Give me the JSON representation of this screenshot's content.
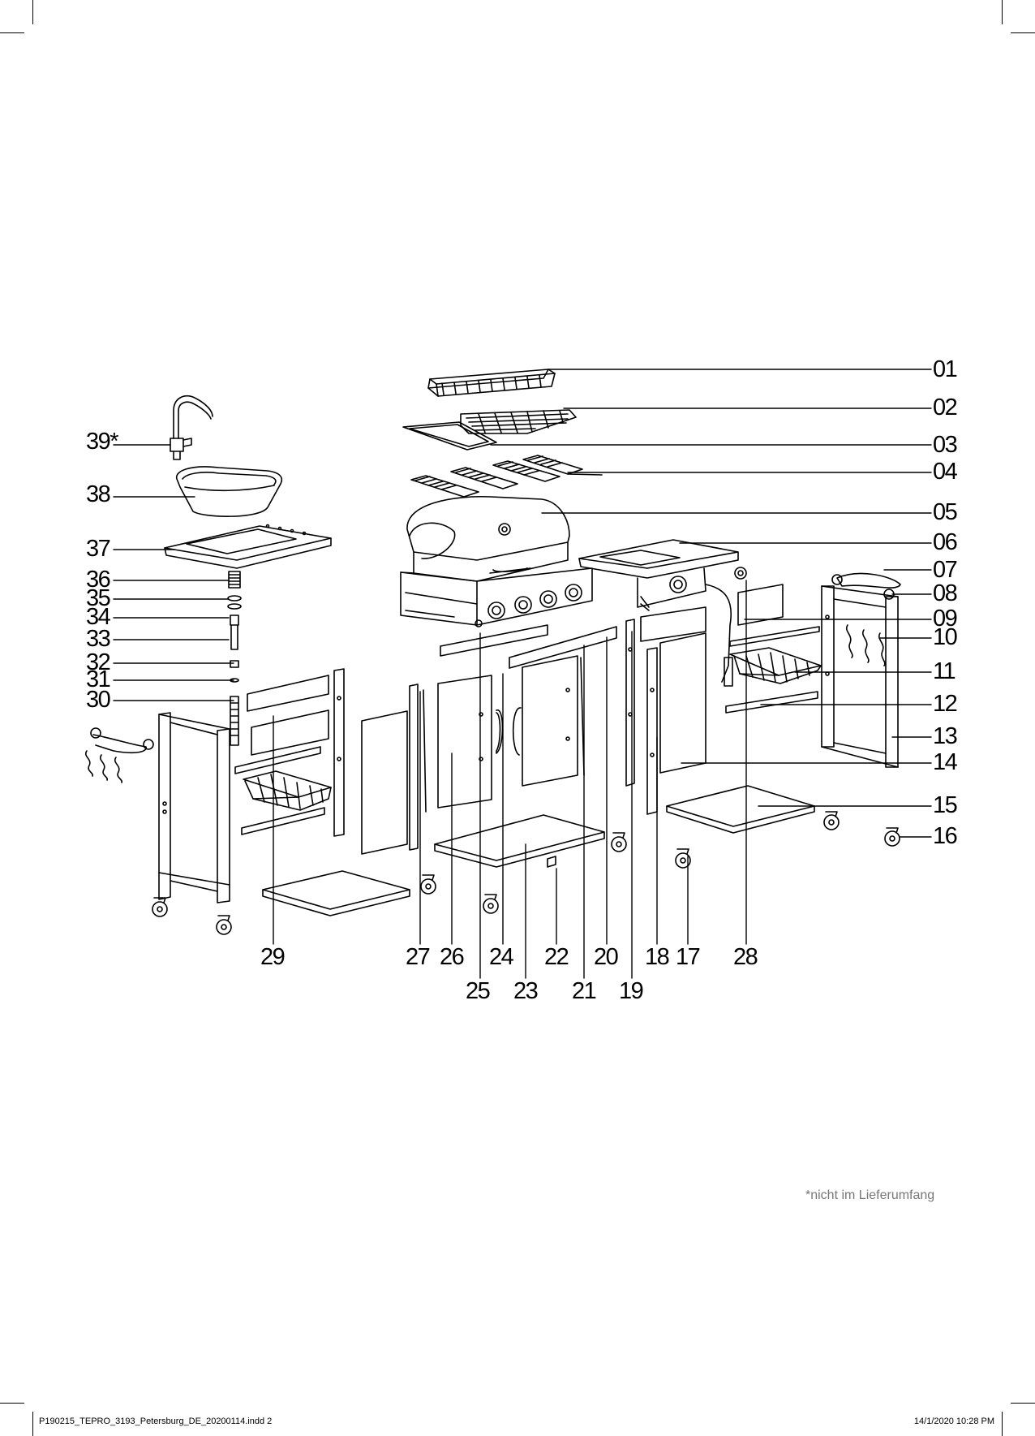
{
  "labels_right": [
    "01",
    "02",
    "03",
    "04",
    "05",
    "06",
    "07",
    "08",
    "09",
    "10",
    "11",
    "12",
    "13",
    "14",
    "15",
    "16"
  ],
  "labels_left": [
    "39*",
    "38",
    "37",
    "36",
    "35",
    "34",
    "33",
    "32",
    "31",
    "30"
  ],
  "labels_bottom_row1": [
    "29",
    "27",
    "26",
    "24",
    "22",
    "20",
    "18",
    "17",
    "28"
  ],
  "labels_bottom_row2": [
    "25",
    "23",
    "21",
    "19"
  ],
  "footnote": "*nicht im Lieferumfang",
  "footer_left": "P190215_TEPRO_3193_Petersburg_DE_20200114.indd   2",
  "footer_right": "14/1/2020   10:28 PM",
  "colors": {
    "line": "#000000",
    "footnote": "#777777"
  }
}
